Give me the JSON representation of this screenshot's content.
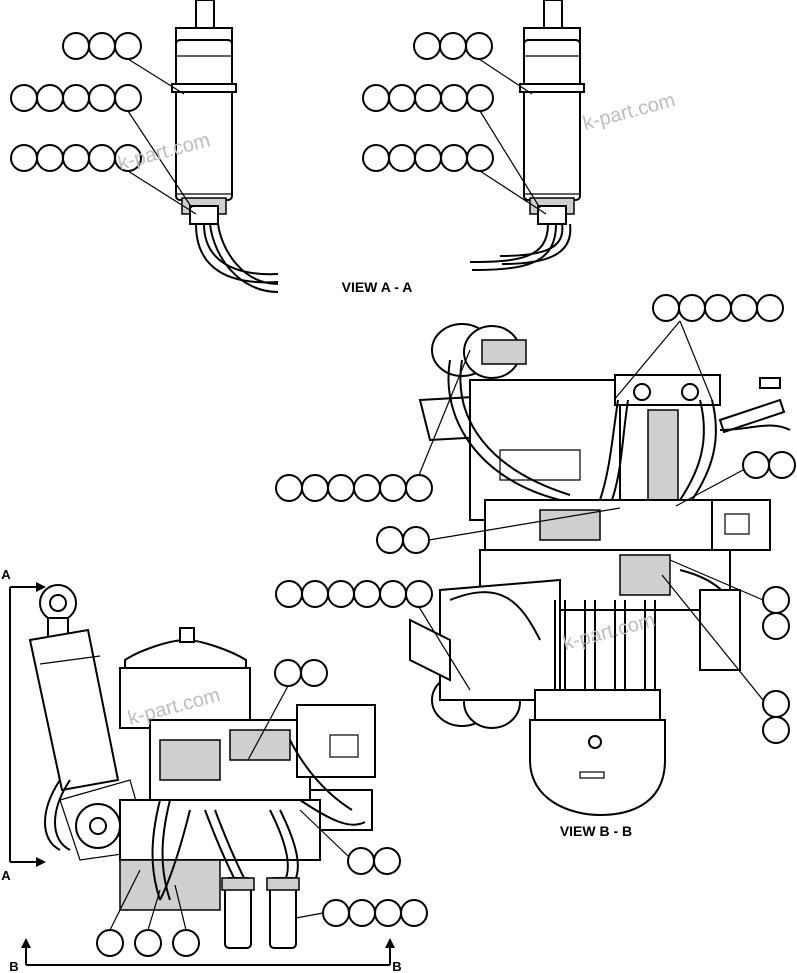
{
  "views": {
    "a_label": "VIEW A - A",
    "b_label": "VIEW B - B"
  },
  "section_marks": {
    "a_top": "A",
    "a_bottom": "A",
    "b_left": "B",
    "b_right": "B"
  },
  "watermark": "k-part.com",
  "colors": {
    "line": "#000000",
    "background": "#ffffff",
    "watermark": "#bdbdbd"
  }
}
